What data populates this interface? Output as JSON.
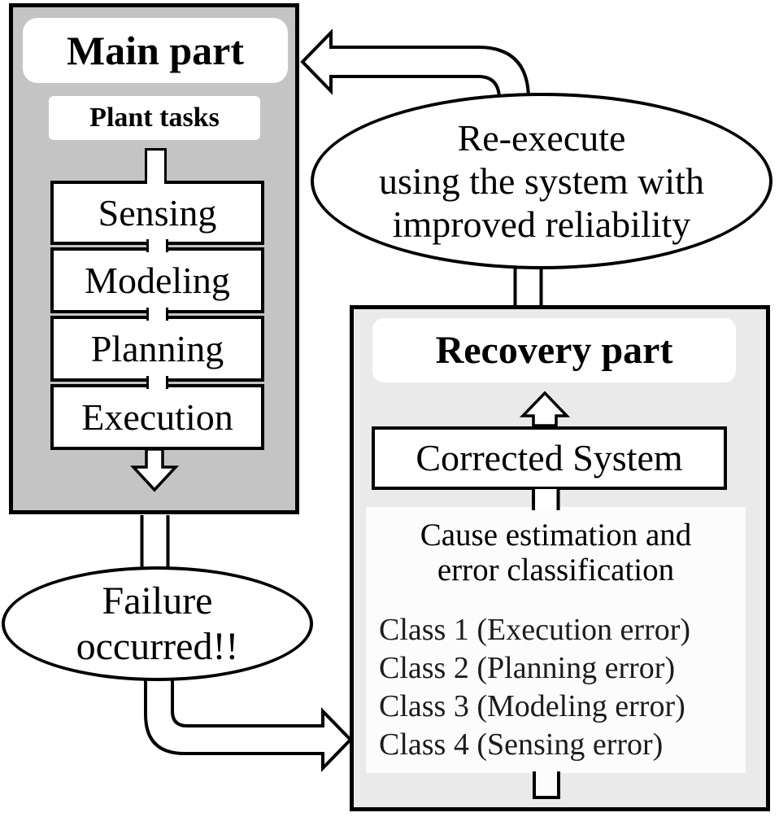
{
  "figure": {
    "main_part": {
      "title": "Main part",
      "subtitle": "Plant tasks",
      "tasks": [
        "Sensing",
        "Modeling",
        "Planning",
        "Execution"
      ]
    },
    "failure_ellipse": {
      "lines": [
        "Failure",
        "occurred!!"
      ]
    },
    "reexecute_ellipse": {
      "lines": [
        "Re-execute",
        "using the system with",
        "improved reliability"
      ]
    },
    "recovery_part": {
      "title": "Recovery part",
      "corrected_system_label": "Corrected System",
      "cause_text_lines": [
        "Cause estimation and",
        "error classification"
      ],
      "classes": [
        "Class 1 (Execution error)",
        "Class 2 (Planning error)",
        "Class 3 (Modeling error)",
        "Class 4 (Sensing error)"
      ]
    },
    "colors": {
      "main_bg": "#c4c4c4",
      "recovery_bg": "#eaeaea",
      "inner_panel_bg": "#fcfcfc",
      "stroke": "#000000",
      "shape_fill": "#ffffff"
    }
  }
}
